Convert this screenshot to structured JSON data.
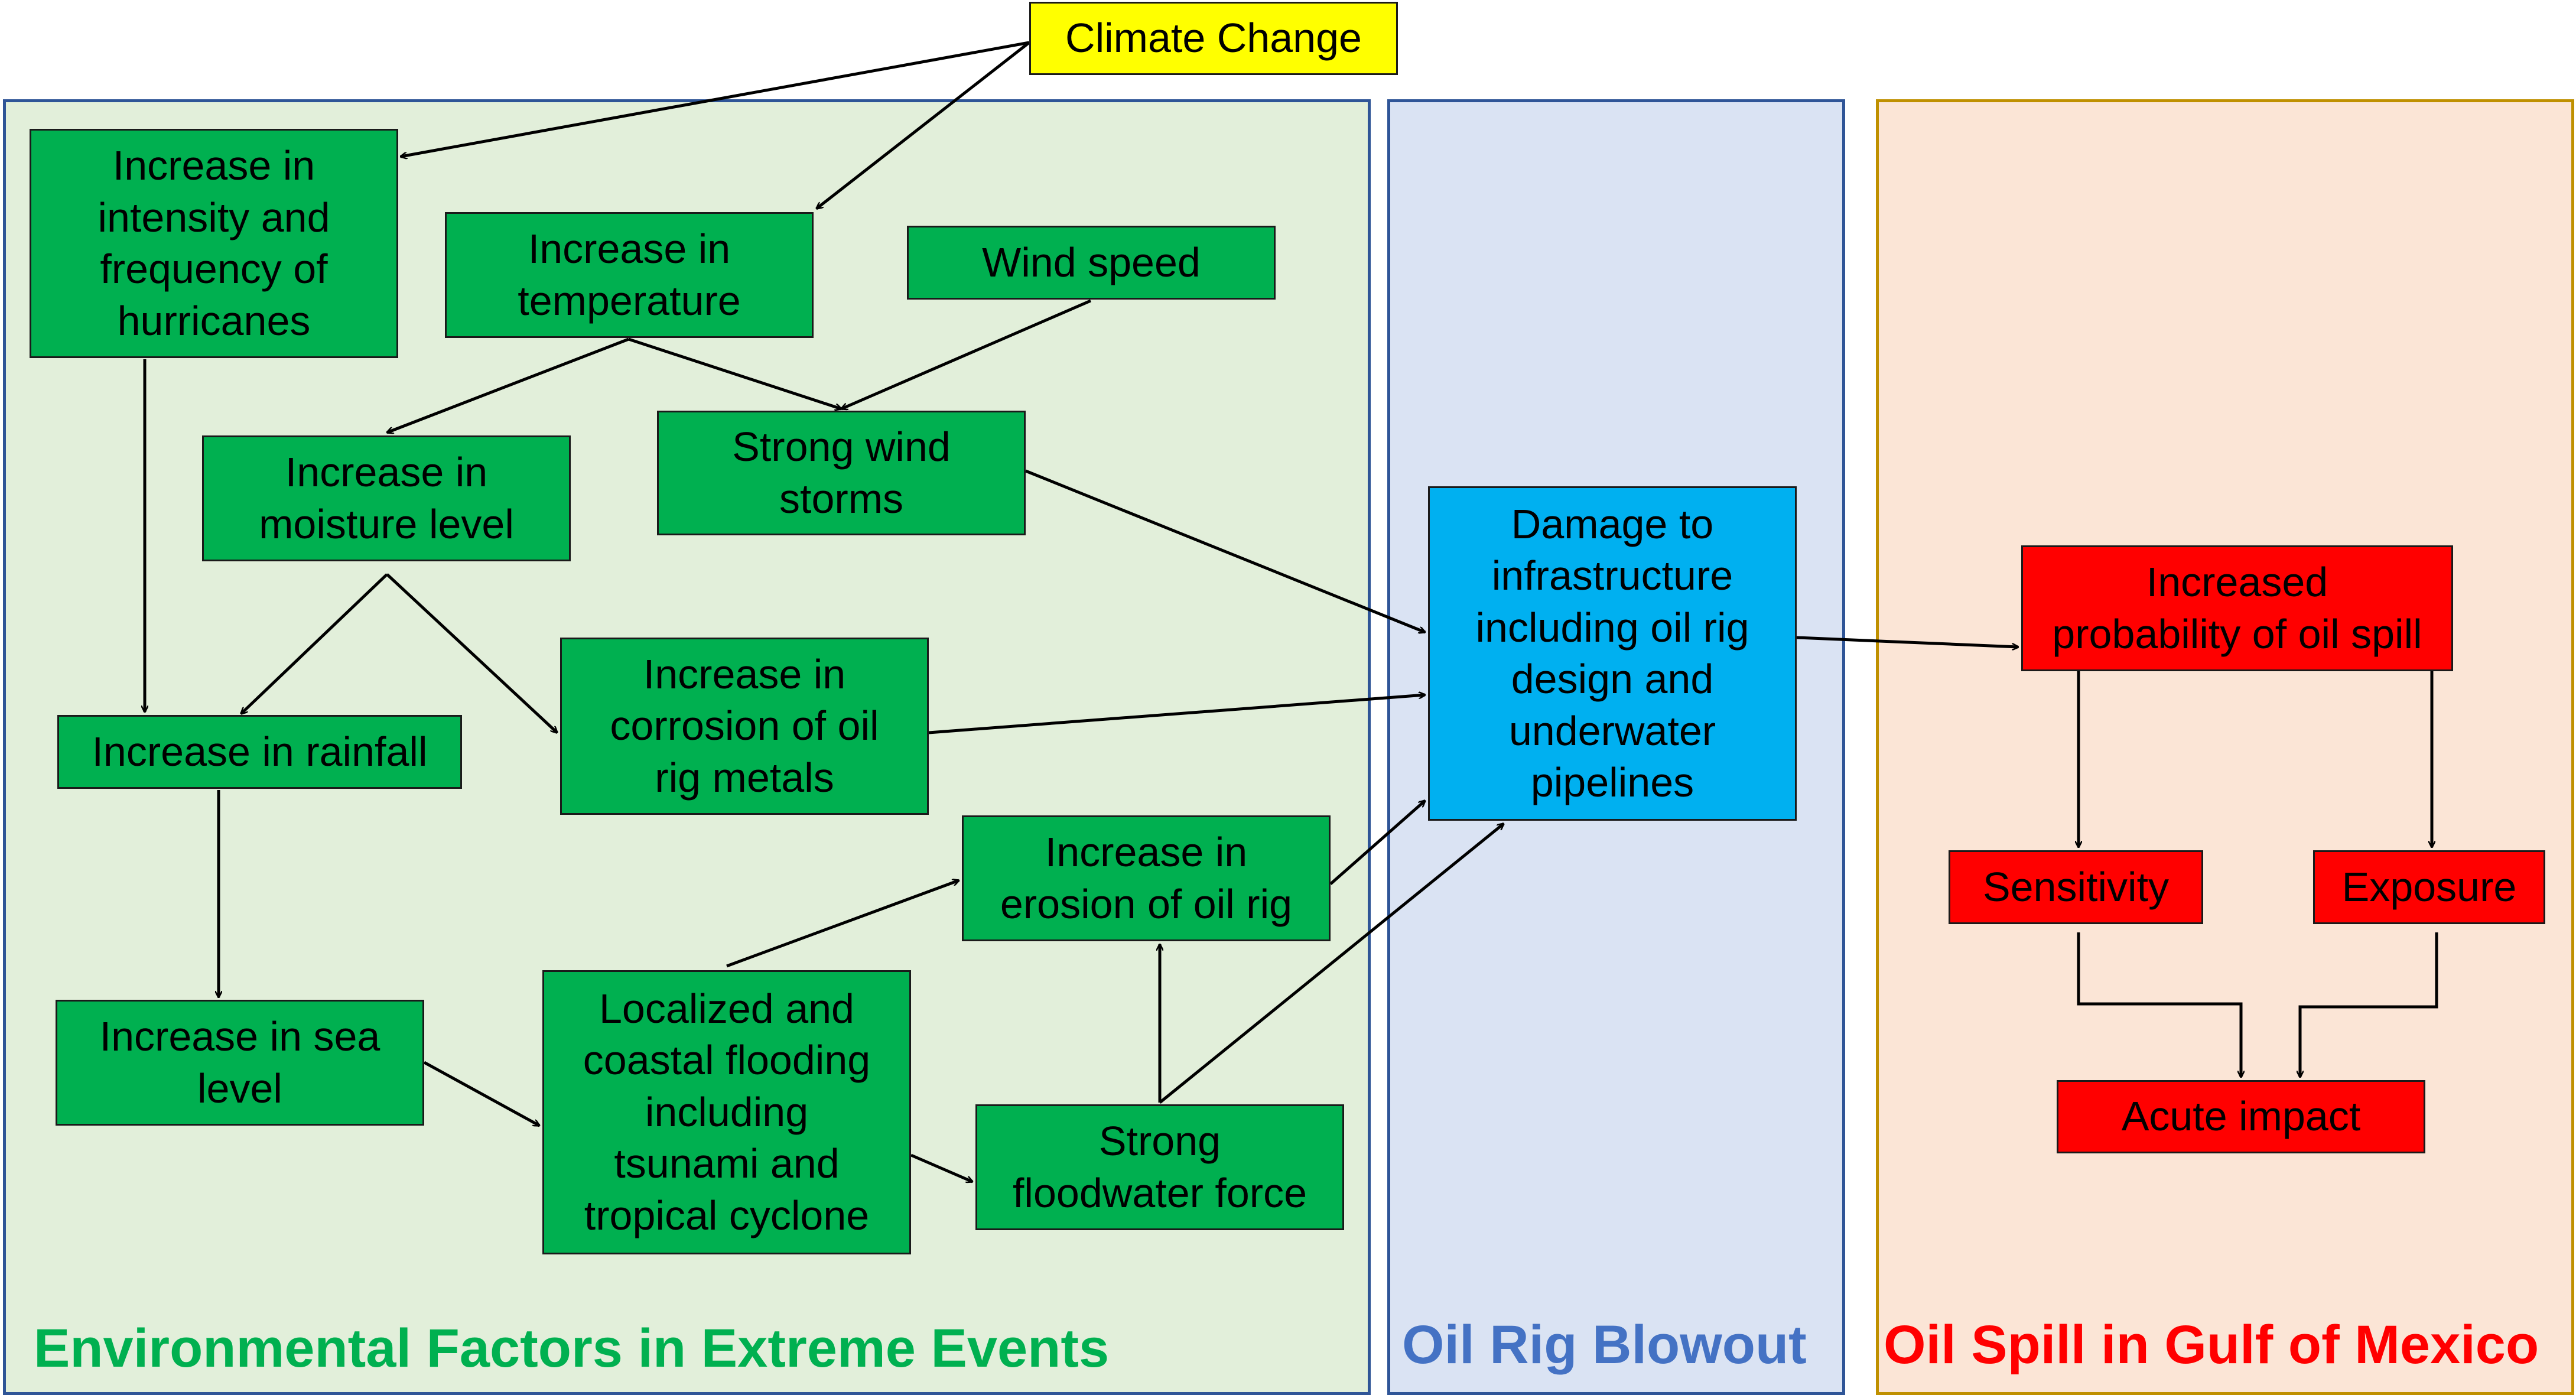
{
  "colors": {
    "panel_env_bg": "#e2efda",
    "panel_env_border": "#2f5597",
    "panel_rig_bg": "#dae3f3",
    "panel_rig_border": "#2f5597",
    "panel_spill_bg": "#fbe5d6",
    "panel_spill_border": "#bf9000",
    "title_env": "#00b050",
    "title_rig": "#4472c4",
    "title_spill": "#ff0000",
    "box_env": "#00b050",
    "box_rig": "#00b0f0",
    "box_spill": "#ff0000",
    "box_top": "#ffff00",
    "arrow": "#000000"
  },
  "panels": {
    "environment": {
      "title": "Environmental Factors in Extreme Events"
    },
    "rig": {
      "title": "Oil Rig Blowout"
    },
    "spill": {
      "title": "Oil Spill in Gulf of Mexico"
    }
  },
  "nodes": {
    "climate_change": "Climate Change",
    "hurricanes": "Increase in\nintensity and\nfrequency of\nhurricanes",
    "temperature": "Increase in\ntemperature",
    "wind_speed": "Wind speed",
    "moisture": "Increase in\nmoisture level",
    "wind_storms": "Strong wind\nstorms",
    "rainfall": "Increase in rainfall",
    "corrosion": "Increase in\ncorrosion of oil\nrig metals",
    "erosion": "Increase in\nerosion of oil rig",
    "sea_level": "Increase in sea\nlevel",
    "flooding": "Localized and\ncoastal flooding\nincluding\ntsunami and\ntropical cyclone",
    "floodwater": "Strong\nfloodwater force",
    "damage": "Damage to\ninfrastructure\nincluding oil rig\ndesign and\nunderwater\npipelines",
    "probability": "Increased\nprobability of oil spill",
    "sensitivity": "Sensitivity",
    "exposure": "Exposure",
    "acute_impact": "Acute impact"
  },
  "edges": [
    [
      "climate_change",
      "hurricanes"
    ],
    [
      "climate_change",
      "temperature"
    ],
    [
      "temperature",
      "moisture"
    ],
    [
      "temperature",
      "wind_storms"
    ],
    [
      "wind_speed",
      "wind_storms"
    ],
    [
      "hurricanes",
      "rainfall"
    ],
    [
      "moisture",
      "rainfall"
    ],
    [
      "moisture",
      "corrosion"
    ],
    [
      "rainfall",
      "sea_level"
    ],
    [
      "sea_level",
      "flooding"
    ],
    [
      "flooding",
      "erosion"
    ],
    [
      "flooding",
      "floodwater"
    ],
    [
      "floodwater",
      "erosion"
    ],
    [
      "floodwater",
      "damage"
    ],
    [
      "erosion",
      "damage"
    ],
    [
      "corrosion",
      "damage"
    ],
    [
      "wind_storms",
      "damage"
    ],
    [
      "damage",
      "probability"
    ],
    [
      "probability",
      "sensitivity"
    ],
    [
      "probability",
      "exposure"
    ],
    [
      "sensitivity",
      "acute_impact"
    ],
    [
      "exposure",
      "acute_impact"
    ]
  ]
}
